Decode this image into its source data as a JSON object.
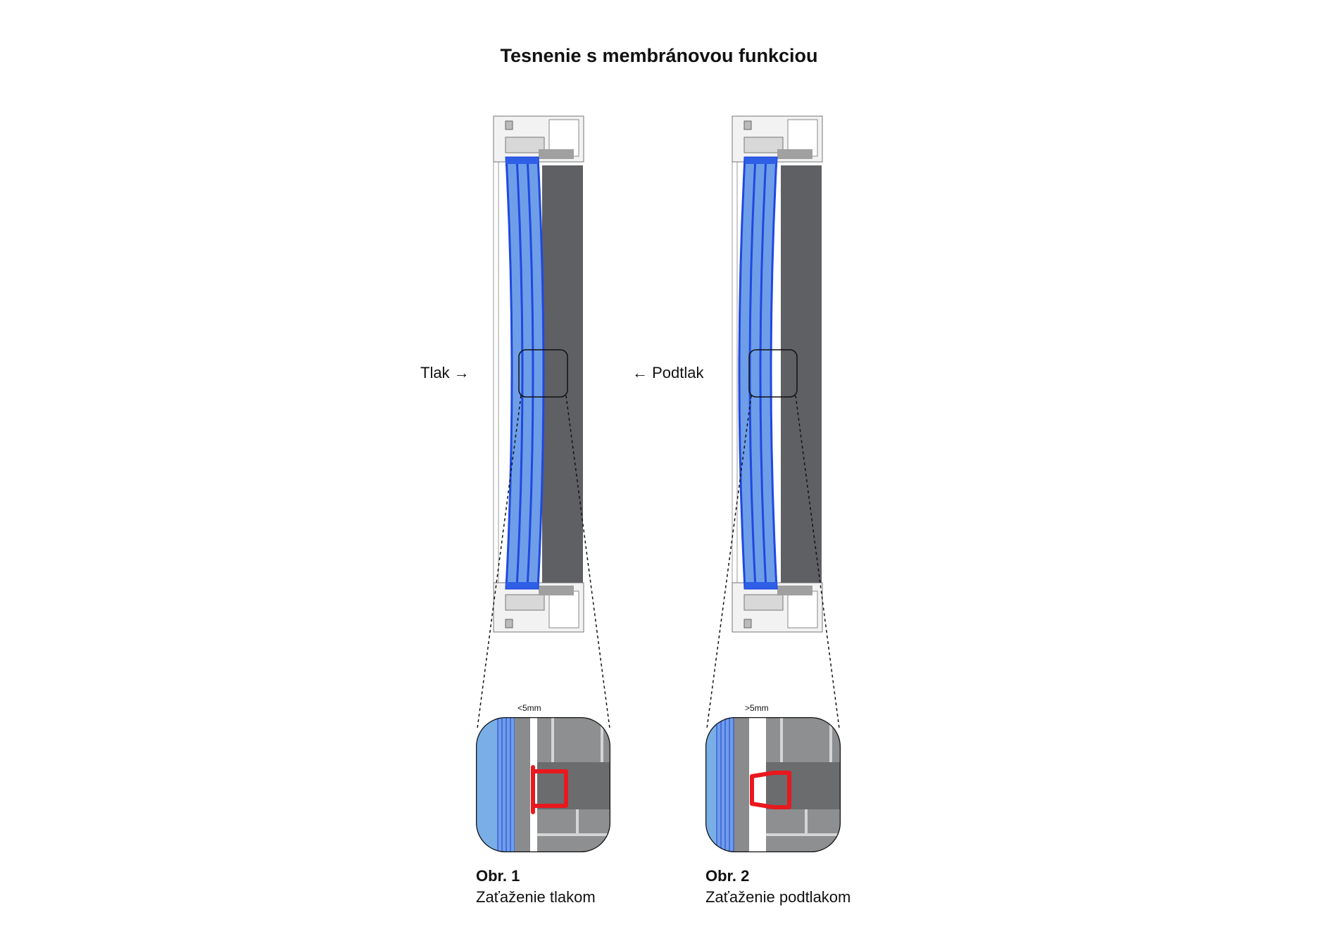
{
  "title": "Tesnenie s membránovou funkciou",
  "figures": [
    {
      "direction_label": "Tlak →",
      "dimension": "<5mm",
      "number": "Obr. 1",
      "caption": "Zaťaženie tlakom"
    },
    {
      "direction_label": "← Podtlak",
      "dimension": ">5mm",
      "number": "Obr. 2",
      "caption": "Zaťaženie podtlakom"
    }
  ],
  "colors": {
    "glass": "#2f5fe6",
    "glass_light": "#7aaee6",
    "panel": "#5f6063",
    "frame": "#8e8f91",
    "gasket": "#e8191e"
  }
}
